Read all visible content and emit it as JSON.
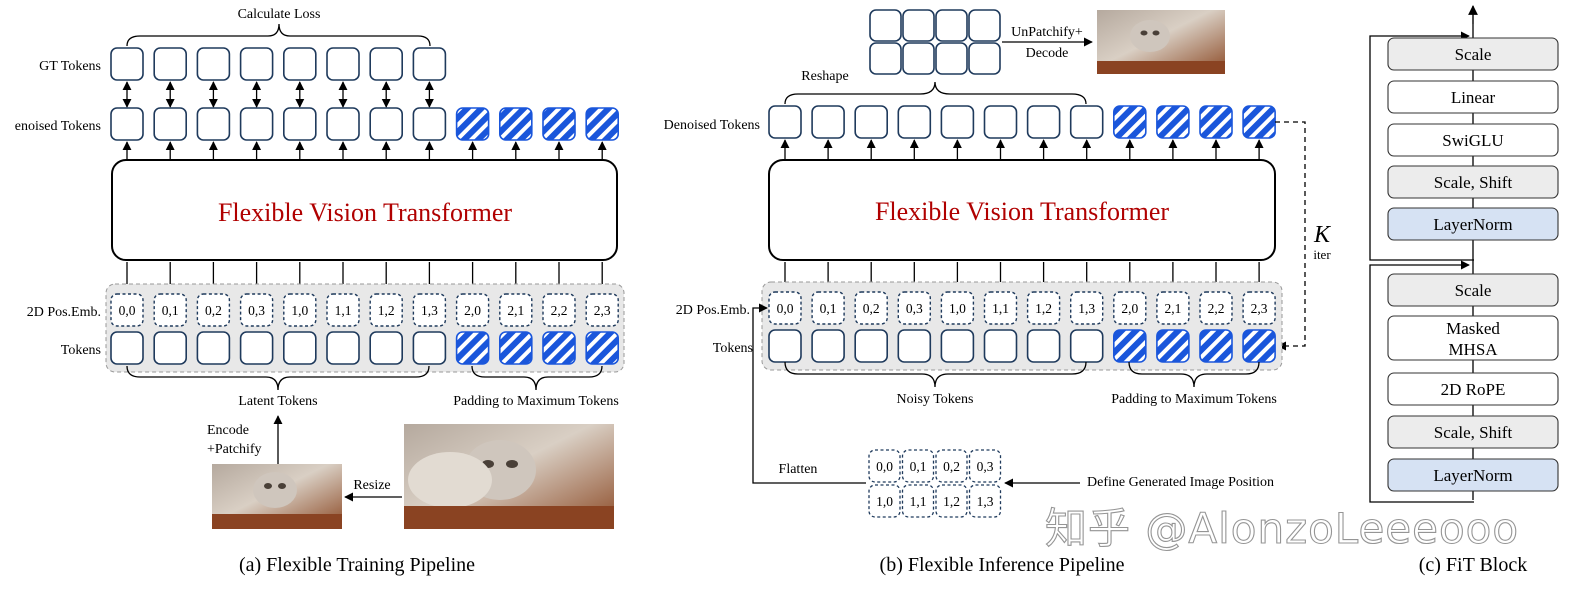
{
  "panels": {
    "a": {
      "caption": "(a) Flexible Training Pipeline",
      "calc_loss": "Calculate Loss",
      "gt_tokens": "GT Tokens",
      "denoised_tokens": "enoised Tokens",
      "transformer": "Flexible Vision Transformer",
      "pos_emb": "2D Pos.Emb.",
      "tokens": "Tokens",
      "latent_tokens": "Latent Tokens",
      "padding": "Padding to Maximum Tokens",
      "encode_1": "Encode",
      "encode_2": "+Patchify",
      "resize": "Resize"
    },
    "b": {
      "caption": "(b) Flexible Inference Pipeline",
      "unpatchify_1": "UnPatchify+",
      "unpatchify_2": "Decode",
      "reshape": "Reshape",
      "denoised_tokens": "Denoised Tokens",
      "transformer": "Flexible Vision Transformer",
      "k_label": "K",
      "iter_label": "iter",
      "pos_emb": "2D Pos.Emb.",
      "tokens": "Tokens",
      "noisy_tokens": "Noisy Tokens",
      "padding": "Padding to Maximum Tokens",
      "flatten": "Flatten",
      "define_position": "Define Generated Image Position"
    },
    "c": {
      "caption": "(c) FiT Block",
      "mlp_blocks": [
        "Scale",
        "Linear",
        "SwiGLU",
        "Scale, Shift",
        "LayerNorm"
      ],
      "attn_blocks_1": [
        "Scale"
      ],
      "masked_1": "Masked",
      "masked_2": "MHSA",
      "attn_blocks_2": [
        "2D RoPE",
        "Scale, Shift",
        "LayerNorm"
      ]
    }
  },
  "pos_labels": [
    "0,0",
    "0,1",
    "0,2",
    "0,3",
    "1,0",
    "1,1",
    "1,2",
    "1,3",
    "2,0",
    "2,1",
    "2,2",
    "2,3"
  ],
  "grid_labels": [
    "0,0",
    "0,1",
    "0,2",
    "0,3",
    "1,0",
    "1,1",
    "1,2",
    "1,3"
  ],
  "watermark": "知乎 @AlonzoLeeeooo",
  "colors": {
    "token_border": "#1f3a5c",
    "padding_fill": "#1a56db",
    "transformer_text": "#b00000",
    "gray_block": "#ececec",
    "blue_block": "#d6e2f3",
    "pos_panel": "#e8e8e8"
  }
}
